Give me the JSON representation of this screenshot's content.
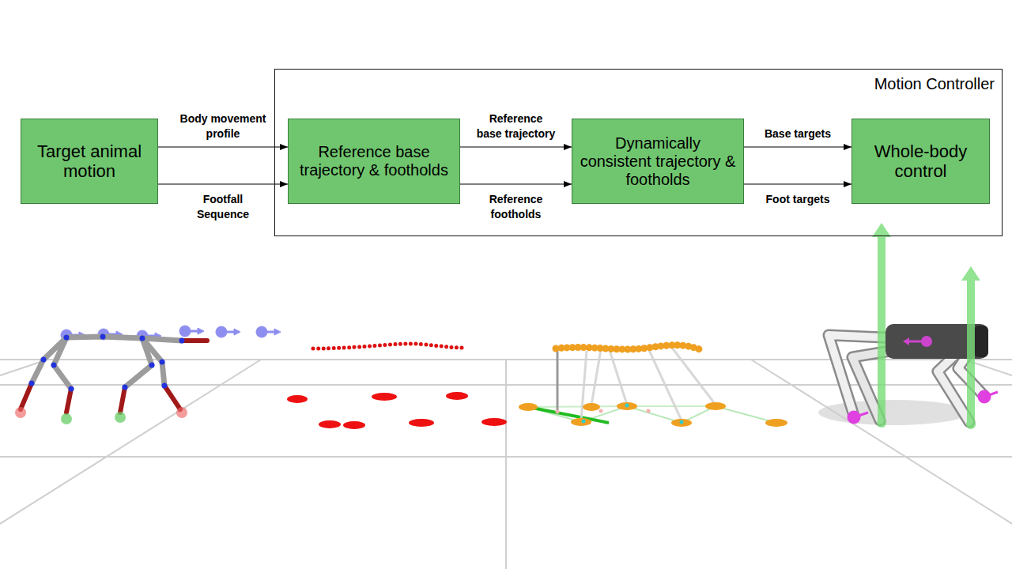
{
  "diagram": {
    "nodes": [
      {
        "text": [
          "Target animal motion"
        ]
      },
      {
        "text": [
          "Motion Controller"
        ]
      },
      {
        "text": [
          "Reference base trajectory & footholds"
        ],
        "in": 1
      },
      {
        "text": [
          "Dynamically consistent trajectory & footholds"
        ],
        "in": 1
      },
      {
        "text": [
          "Whole-body control"
        ],
        "in": 1
      }
    ],
    "edges": [
      {
        "from": 0,
        "to": 2,
        "arrow": "to",
        "label": "Body movement profile"
      },
      {
        "from": 0,
        "to": 2,
        "arrow": "to",
        "label": "Footfall Sequence"
      },
      {
        "from": 2,
        "to": 3,
        "arrow": "to",
        "label": "Reference base trajectory"
      },
      {
        "from": 2,
        "to": 3,
        "arrow": "to",
        "label": "Reference footholds"
      },
      {
        "from": 3,
        "to": 4,
        "arrow": "to",
        "label": "Base targets"
      },
      {
        "from": 3,
        "to": 4,
        "arrow": "to",
        "label": "Foot targets"
      }
    ]
  }
}
